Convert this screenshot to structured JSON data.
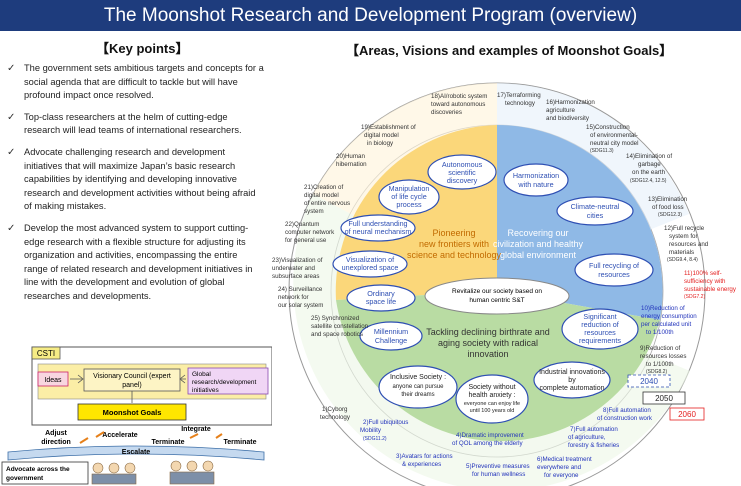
{
  "header": {
    "title": "The Moonshot Research and Development Program (overview)"
  },
  "key_points": {
    "heading": "【Key points】",
    "items": [
      [
        "The government sets ambitious targets and concepts for a",
        "social agenda that are difficult to tackle but will have",
        "profound impact once resolved."
      ],
      [
        "Top-class researchers at the helm of cutting-edge",
        "research will lead teams of international researchers."
      ],
      [
        "Advocate challenging research and development",
        "initiatives that will maximize Japan’s basic research",
        "capabilities by identifying and developing innovative",
        "research and development activities without being afraid",
        "of making mistakes."
      ],
      [
        "Develop the most advanced system to support cutting-",
        "edge research with a flexible structure for adjusting its",
        "organization and activities, encompassing the entire",
        "range of related research and development initiatives in",
        "line with the development and evolution of global",
        "researches and developments."
      ]
    ]
  },
  "org_diagram": {
    "csti": "CSTI",
    "ideas": "Ideas",
    "visionary_council": [
      "Visionary Council (expert",
      "panel)"
    ],
    "global_initiatives": [
      "Global",
      "research/development",
      "initiatives"
    ],
    "moonshot_goals": "Moonshot Goals",
    "adjust_direction": [
      "Adjust",
      "direction"
    ],
    "accelerate": "Accelerate",
    "integrate": "Integrate",
    "terminate1": "Terminate",
    "terminate2": "Terminate",
    "escalate": "Escalate",
    "advocate": [
      "Advocate across the",
      "government"
    ]
  },
  "areas": {
    "heading": "【Areas, Visions and examples of Moonshot Goals】",
    "center": [
      "Revitalize our society based on",
      "human centric S&T"
    ],
    "quadrants": {
      "pioneering": [
        "Pioneering",
        "new frontiers with",
        "science and technology"
      ],
      "recovering": [
        "Recovering our",
        "civilization and healthy",
        "global environment"
      ],
      "tackling": [
        "Tackling declining birthrate and",
        "aging society with radical",
        "innovation"
      ]
    },
    "ovals": {
      "autonomous": [
        "Autonomous",
        "scientific",
        "discovery"
      ],
      "harmonization": [
        "Harmonization",
        "with nature"
      ],
      "manipulation": [
        "Manipulation",
        "of life cycle",
        "process"
      ],
      "neural": [
        "Full understanding",
        "of neural mechanism"
      ],
      "unexplored": [
        "Visualization of",
        "unexplored space"
      ],
      "ordinary": [
        "Ordinary",
        "space life"
      ],
      "millennium": [
        "Millennium",
        "Challenge"
      ],
      "climate": [
        "Climate-neutral",
        "cities"
      ],
      "recycling": [
        "Full recycling of",
        "resources"
      ],
      "reduction": [
        "Significant",
        "reduction of",
        "resources",
        "requirements"
      ],
      "industrial": [
        "Industrial innovations",
        "by",
        "complete automation"
      ],
      "inclusive": [
        "Inclusive Society :",
        "anyone can pursue",
        "their dreams"
      ],
      "society": [
        "Society without",
        "health anxiety :",
        "everyone can enjoy life",
        "until 100 years old"
      ]
    },
    "labels": {
      "l18": [
        "18)AI/robotic system",
        "toward autonomous",
        "discoveries"
      ],
      "l17": [
        "17)Terraforming",
        "technology"
      ],
      "l16": [
        "16)Harmonization",
        "agriculture",
        "and biodiversity"
      ],
      "l19": [
        "19)Establishment of",
        "digital model",
        "in biology"
      ],
      "l15": [
        "15)Construction",
        "of environmental-",
        "neutral city model",
        "(SDG11.3)"
      ],
      "l20": [
        "20)Human",
        "hibernation"
      ],
      "l14": [
        "14)Elimination of",
        "garbage",
        "on the earth",
        "(SDG12.4, 12.5)"
      ],
      "l21": [
        "21)Creation of",
        "digital model",
        "of entire nervous",
        "system"
      ],
      "l13": [
        "13)Elimination",
        "of food loss",
        "(SDG12.3)"
      ],
      "l22": [
        "22)Quantum",
        "computer network",
        "for general use"
      ],
      "l12": [
        "12)Full recycle",
        "system for",
        "resources and",
        "materials",
        "(SDG9.4, 8.4)"
      ],
      "l23": [
        "23)Visualization of",
        "underwater and",
        "subsurface areas"
      ],
      "l11": [
        "11)100% self-",
        "sufficiency with",
        "sustainable energy",
        "(SDG7.2)"
      ],
      "l24": [
        "24) Surveillance",
        "network for",
        "our solar system"
      ],
      "l10": [
        "10)Reduction of",
        "energy consumption",
        "per calculated unit",
        "to 1/100th"
      ],
      "l25": [
        "25) Synchronized",
        "satellite constellation",
        "and space robotics"
      ],
      "l9": [
        "9)Reduction of",
        "resources losses",
        "to 1/100th",
        "(SDG8.2)"
      ],
      "l1": [
        "1)Cyborg",
        "technology"
      ],
      "l2": [
        "2)Full ubiquitous",
        "Mobility",
        "(SDG11.2)"
      ],
      "l8": [
        "8)Full automation",
        "of construction work"
      ],
      "l7": [
        "7)Full automation",
        "of agriculture,",
        "forestry & fisheries"
      ],
      "l4": [
        "4)Dramatic improvement",
        "of QOL among the elderly"
      ],
      "l6": [
        "6)Medical treatment",
        "everywhere and",
        "for everyone"
      ],
      "l3": [
        "3)Avatars for actions",
        "& experiences"
      ],
      "l5": [
        "5)Preventive measures",
        "for human wellness"
      ]
    },
    "years": {
      "y2040": "2040",
      "y2050": "2050",
      "y2060": "2060"
    }
  },
  "colors": {
    "title_bg": "#1e3c7d",
    "pioneering": "#fbd77a",
    "recovering": "#8fb9e6",
    "tackling": "#b9dca3",
    "oval_fill": "#ffffff",
    "oval_stroke": "#2e4fb3",
    "red": "#e41e1e",
    "blue_text": "#2233bb"
  }
}
